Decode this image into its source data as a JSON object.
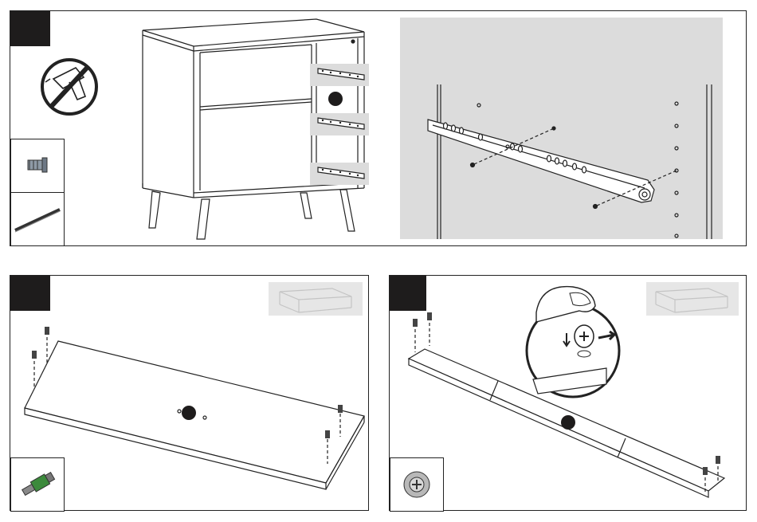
{
  "page": {
    "panels": [
      {
        "id": "step-1",
        "badge_color": "#1e1c1c"
      },
      {
        "id": "step-2",
        "badge_color": "#1e1c1c"
      },
      {
        "id": "step-3",
        "badge_color": "#1e1c1c"
      }
    ],
    "icons": {
      "no_power_drill": "no-power-drill-icon",
      "screw": "euro-screw-icon",
      "rail": "drawer-rail-icon",
      "cam_bolt": "cam-bolt-icon",
      "cam_lock": "cam-lock-icon",
      "drawer": "drawer-thumbnail-icon"
    },
    "colors": {
      "line": "#222222",
      "detail_background": "#dcdcdc",
      "thumb_background": "#e6e6e6",
      "accent_green": "#3c8a3c"
    }
  }
}
